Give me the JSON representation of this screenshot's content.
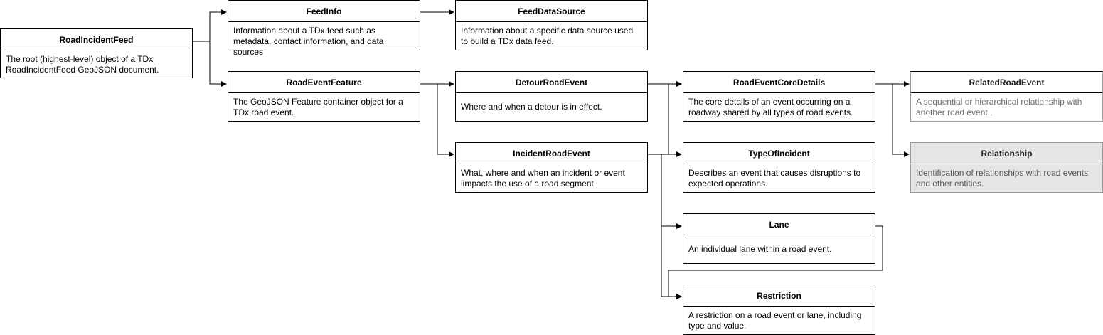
{
  "nodes": {
    "roadincidentfeed": {
      "title": "RoadIncidentFeed",
      "desc": "The root (highest-level) object of a TDx RoadIncidentFeed GeoJSON document."
    },
    "feedinfo": {
      "title": "FeedInfo",
      "desc": "Information about a TDx feed such as metadata, contact information, and data sources"
    },
    "feeddatasource": {
      "title": "FeedDataSource",
      "desc": "Information about a specific data source used to build a TDx data feed."
    },
    "roadeventfeature": {
      "title": "RoadEventFeature",
      "desc": "The GeoJSON Feature container object for a TDx road event."
    },
    "detourroadevent": {
      "title": "DetourRoadEvent",
      "desc": "Where and when a detour is in effect."
    },
    "incidentroadevent": {
      "title": "IncidentRoadEvent",
      "desc": "What, where and when an incident or event iimpacts the use of a road segment."
    },
    "roadeventcoredetails": {
      "title": "RoadEventCoreDetails",
      "desc": "The core details of an event occurring on a roadway shared by all types of road events."
    },
    "typeofincident": {
      "title": "TypeOfIncident",
      "desc": "Describes an event that causes disruptions to expected operations."
    },
    "lane": {
      "title": "Lane",
      "desc": "An individual lane within a road event."
    },
    "restriction": {
      "title": "Restriction",
      "desc": "A restriction on a road event or lane, including type and value."
    },
    "relatedroadevent": {
      "title": "RelatedRoadEvent",
      "desc": "A sequential or hierarchical relationship with another road event.."
    },
    "relationship": {
      "title": "Relationship",
      "desc": "Identification of relationships with road events and other entities."
    }
  },
  "styles": {
    "line_color": "#000000",
    "gray_fill": "#e6e6e6",
    "faded_border": "#999999"
  }
}
